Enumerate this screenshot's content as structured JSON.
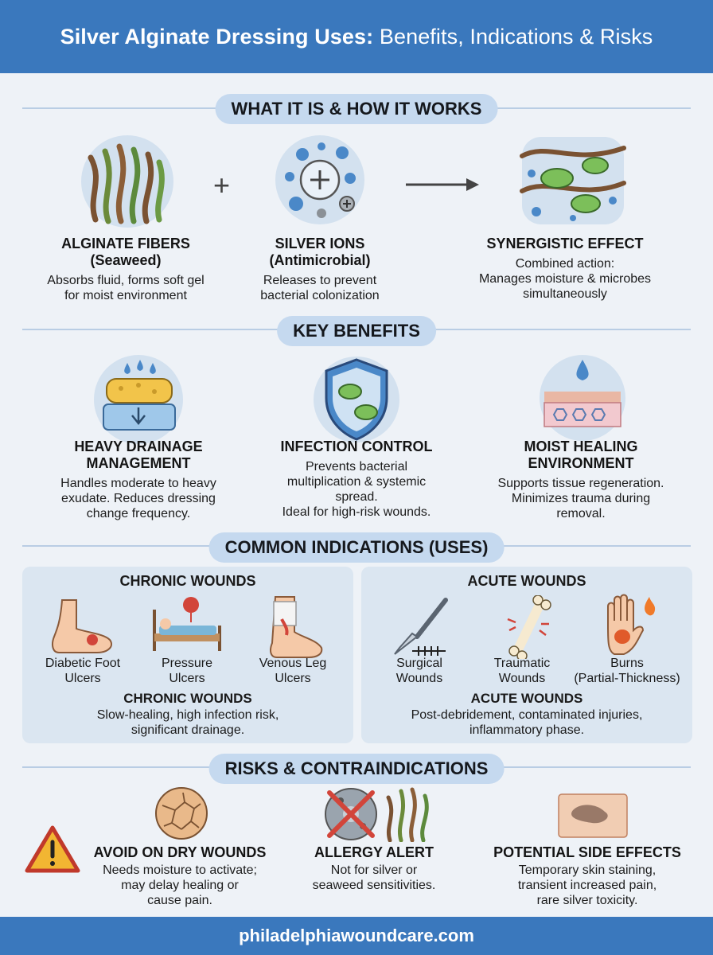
{
  "header": {
    "title_bold": "Silver Alginate Dressing Uses:",
    "title_rest": " Benefits, Indications & Risks"
  },
  "section1": {
    "label": "WHAT IT IS & HOW IT WORKS",
    "plus": "+",
    "cols": [
      {
        "title": "ALGINATE FIBERS\n(Seaweed)",
        "desc": "Absorbs fluid, forms soft gel\nfor moist environment"
      },
      {
        "title": "SILVER IONS\n(Antimicrobial)",
        "desc": "Releases to prevent\nbacterial colonization"
      },
      {
        "title": "SYNERGISTIC EFFECT",
        "desc": "Combined action:\nManages moisture & microbes\nsimultaneously"
      }
    ]
  },
  "section2": {
    "label": "KEY BENEFITS",
    "cols": [
      {
        "title": "HEAVY DRAINAGE\nMANAGEMENT",
        "desc": "Handles moderate to heavy\nexudate. Reduces dressing\nchange frequency."
      },
      {
        "title": "INFECTION CONTROL",
        "desc": "Prevents bacterial\nmultiplication & systemic\nspread.\nIdeal for high-risk wounds."
      },
      {
        "title": "MOIST HEALING\nENVIRONMENT",
        "desc": "Supports tissue regeneration.\nMinimizes trauma during\nremoval."
      }
    ]
  },
  "section3": {
    "label": "COMMON INDICATIONS (USES)",
    "chronic": {
      "title": "CHRONIC WOUNDS",
      "items": [
        "Diabetic Foot\nUlcers",
        "Pressure\nUlcers",
        "Venous Leg\nUlcers"
      ],
      "foot_title": "CHRONIC WOUNDS",
      "foot_desc": "Slow-healing, high infection risk,\nsignificant drainage."
    },
    "acute": {
      "title": "ACUTE WOUNDS",
      "items": [
        "Surgical\nWounds",
        "Traumatic\nWounds",
        "Burns\n(Partial-Thickness)"
      ],
      "foot_title": "ACUTE WOUNDS",
      "foot_desc": "Post-debridement, contaminated injuries,\ninflammatory phase."
    }
  },
  "section4": {
    "label": "RISKS & CONTRAINDICATIONS",
    "cols": [
      {
        "title": "AVOID ON DRY WOUNDS",
        "desc": "Needs moisture to activate;\nmay delay healing or\ncause pain."
      },
      {
        "title": "ALLERGY ALERT",
        "desc": "Not for silver or\nseaweed sensitivities."
      },
      {
        "title": "POTENTIAL SIDE EFFECTS",
        "desc": "Temporary skin staining,\ntransient increased pain,\nrare silver toxicity."
      }
    ]
  },
  "footer": {
    "site": "philadelphiawoundcare.com"
  }
}
